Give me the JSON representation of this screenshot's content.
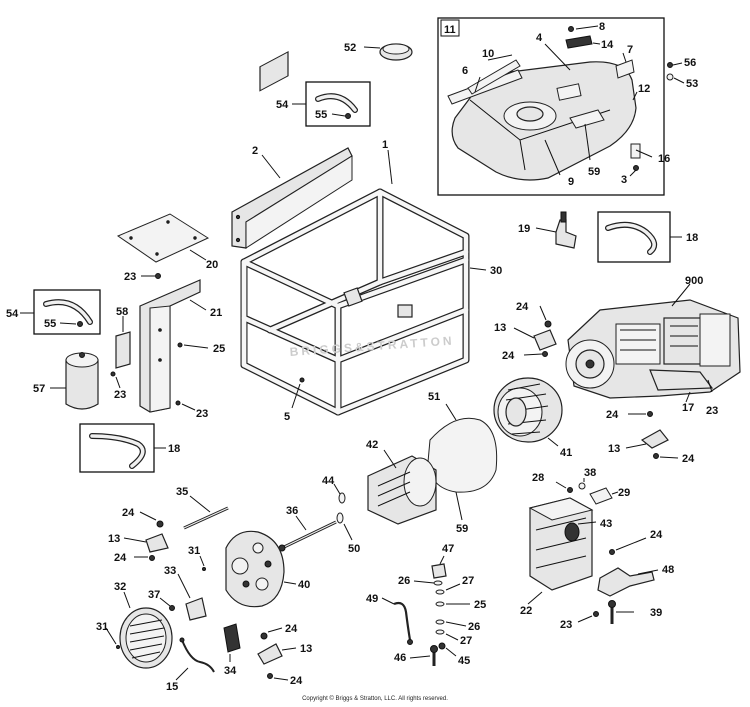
{
  "copyright": "Copyright © Briggs & Stratton, LLC. All rights reserved.",
  "watermark": "BRIGGS&STRATTON",
  "box_labels": {
    "fuel_tank_assembly": "11"
  },
  "callouts": {
    "c1": "1",
    "c2": "2",
    "c3": "3",
    "c4": "4",
    "c5": "5",
    "c6": "6",
    "c7": "7",
    "c8": "8",
    "c9": "9",
    "c10": "10",
    "c12": "12",
    "c13a": "13",
    "c13b": "13",
    "c13c": "13",
    "c13d": "13",
    "c14": "14",
    "c15": "15",
    "c16": "16",
    "c17": "17",
    "c18a": "18",
    "c18b": "18",
    "c19": "19",
    "c20": "20",
    "c21": "21",
    "c22": "22",
    "c23a": "23",
    "c23b": "23",
    "c23c": "23",
    "c23d": "23",
    "c23e": "23",
    "c24a": "24",
    "c24b": "24",
    "c24c": "24",
    "c24d": "24",
    "c24e": "24",
    "c24f": "24",
    "c24g": "24",
    "c24h": "24",
    "c24i": "24",
    "c25a": "25",
    "c25b": "25",
    "c26a": "26",
    "c26b": "26",
    "c27a": "27",
    "c27b": "27",
    "c28": "28",
    "c29": "29",
    "c30": "30",
    "c31a": "31",
    "c31b": "31",
    "c32": "32",
    "c33": "33",
    "c34": "34",
    "c35": "35",
    "c36": "36",
    "c37": "37",
    "c38": "38",
    "c39": "39",
    "c40": "40",
    "c41": "41",
    "c42": "42",
    "c43": "43",
    "c44": "44",
    "c45": "45",
    "c46": "46",
    "c47": "47",
    "c48": "48",
    "c49": "49",
    "c50": "50",
    "c51": "51",
    "c52": "52",
    "c53": "53",
    "c54a": "54",
    "c54b": "54",
    "c55a": "55",
    "c55b": "55",
    "c56": "56",
    "c57": "57",
    "c58": "58",
    "c59a": "59",
    "c59b": "59",
    "c900": "900"
  }
}
